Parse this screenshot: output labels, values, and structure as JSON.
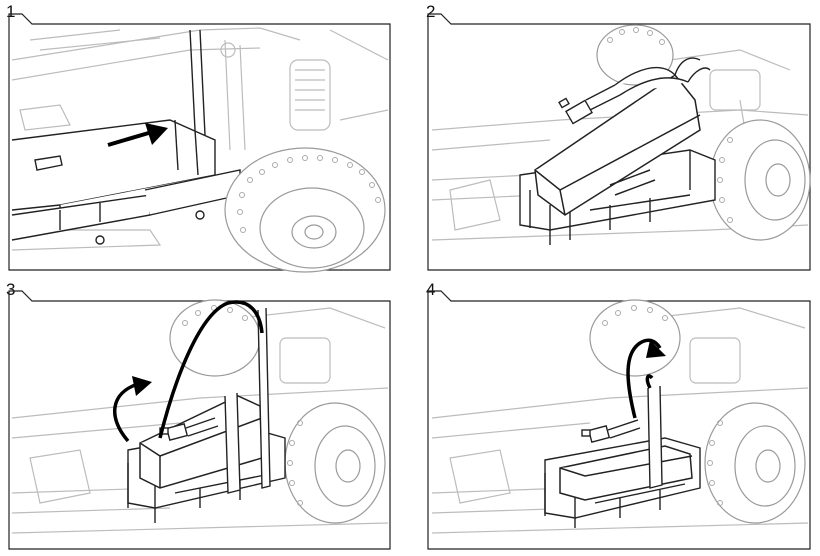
{
  "steps": [
    {
      "number": "1"
    },
    {
      "number": "2"
    },
    {
      "number": "3"
    },
    {
      "number": "4"
    }
  ],
  "colors": {
    "line": "#b9b9b9",
    "dark": "#222222",
    "arrow": "#000000",
    "frame": "#222222"
  }
}
